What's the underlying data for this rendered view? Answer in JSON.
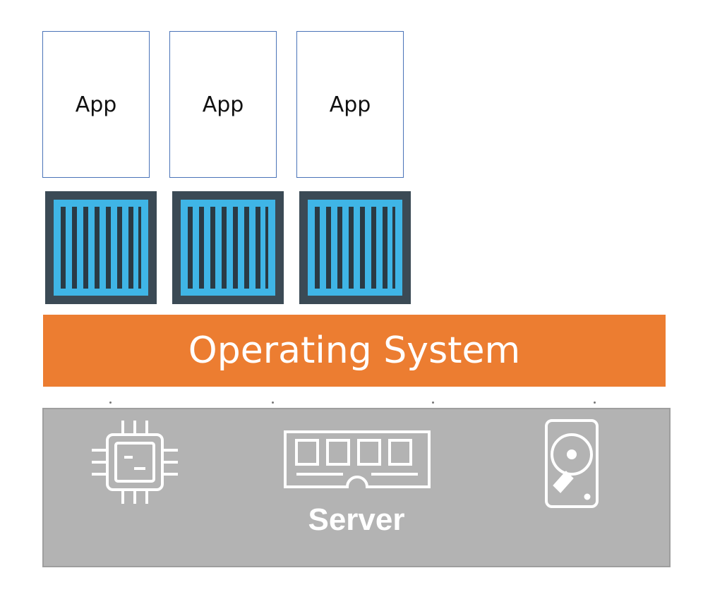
{
  "apps": [
    {
      "label": "App"
    },
    {
      "label": "App"
    },
    {
      "label": "App"
    }
  ],
  "containers": [
    {
      "icon": "container-icon"
    },
    {
      "icon": "container-icon"
    },
    {
      "icon": "container-icon"
    }
  ],
  "os": {
    "label": "Operating System",
    "color": "#ec7d31"
  },
  "server": {
    "label": "Server",
    "color": "#b3b3b3",
    "icons": [
      "cpu-chip-icon",
      "memory-ram-icon",
      "hard-drive-icon"
    ]
  },
  "colors": {
    "app_border": "#4a73b8",
    "container_fill": "#3fb5e6",
    "container_frame": "#3b4a55"
  }
}
